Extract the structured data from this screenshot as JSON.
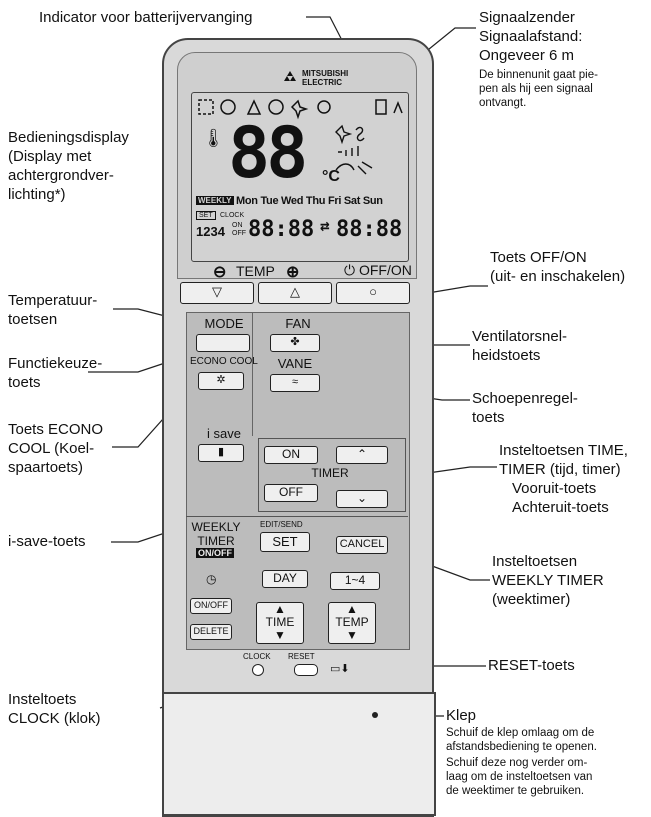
{
  "labels": {
    "battery": "Indicator voor batterijvervanging",
    "emitter_1": "Signaalzender",
    "emitter_2": "Signaalafstand:",
    "emitter_3": "Ongeveer 6 m",
    "emitter_note_1": "De binnenunit gaat pie-",
    "emitter_note_2": "pen als hij een signaal",
    "emitter_note_3": "ontvangt.",
    "display_1": "Bedieningsdisplay",
    "display_2": "(Display met",
    "display_3": "achtergrondver-",
    "display_4": "lichting*)",
    "offon_1": "Toets OFF/ON",
    "offon_2": "(uit- en inschakelen)",
    "temp_1": "Temperatuur-",
    "temp_2": "toetsen",
    "func_1": "Functiekeuze-",
    "func_2": "toets",
    "fan_1": "Ventilatorsnel-",
    "fan_2": "heidstoets",
    "vane_1": "Schoepenregel-",
    "vane_2": "toets",
    "econo_1": "Toets ECONO",
    "econo_2": "COOL (Koel-",
    "econo_3": "spaartoets)",
    "time_1": "Insteltoetsen TIME,",
    "time_2": "TIMER (tijd, timer)",
    "time_3": "Vooruit-toets",
    "time_4": "Achteruit-toets",
    "isave": "i-save-toets",
    "weekly_1": "Insteltoetsen",
    "weekly_2": "WEEKLY TIMER",
    "weekly_3": "(weektimer)",
    "reset": "RESET-toets",
    "clock_1": "Insteltoets",
    "clock_2": "CLOCK (klok)",
    "klep": "Klep",
    "klep_note_1": "Schuif de klep omlaag om de",
    "klep_note_2": "afstandsbediening te openen.",
    "klep_note_3": "Schuif deze nog verder om-",
    "klep_note_4": "laag om de insteltoetsen van",
    "klep_note_5": "de weektimer te gebruiken."
  },
  "remote": {
    "brand_1": "MITSUBISHI",
    "brand_2": "ELECTRIC",
    "lcd_big": "88",
    "lcd_unit": "°C",
    "weekly_tag": "WEEKLY",
    "days": "Mon Tue Wed Thu Fri Sat Sun",
    "set_tag": "SET",
    "clock_tag": "CLOCK",
    "on_tag": "ON",
    "off_tag": "OFF",
    "program_nums": "1234",
    "time_1": "88:88",
    "time_2": "88:88",
    "temp_label": "TEMP",
    "offon_label": "OFF/ON",
    "mode": "MODE",
    "econo_cool": "ECONO COOL",
    "fan": "FAN",
    "vane": "VANE",
    "isave": "i save",
    "on": "ON",
    "off": "OFF",
    "timer": "TIMER",
    "weekly": "WEEKLY",
    "timer_word": "TIMER",
    "onoff_tag": "ON/OFF",
    "edit_send": "EDIT/SEND",
    "set": "SET",
    "cancel": "CANCEL",
    "day": "DAY",
    "range": "1~4",
    "onoff": "ON/OFF",
    "delete": "DELETE",
    "time": "TIME",
    "temp": "TEMP",
    "clock": "CLOCK",
    "reset": "RESET"
  },
  "colors": {
    "body": "#d9d9d9",
    "panel": "#bcbcbc",
    "line": "#222222"
  }
}
